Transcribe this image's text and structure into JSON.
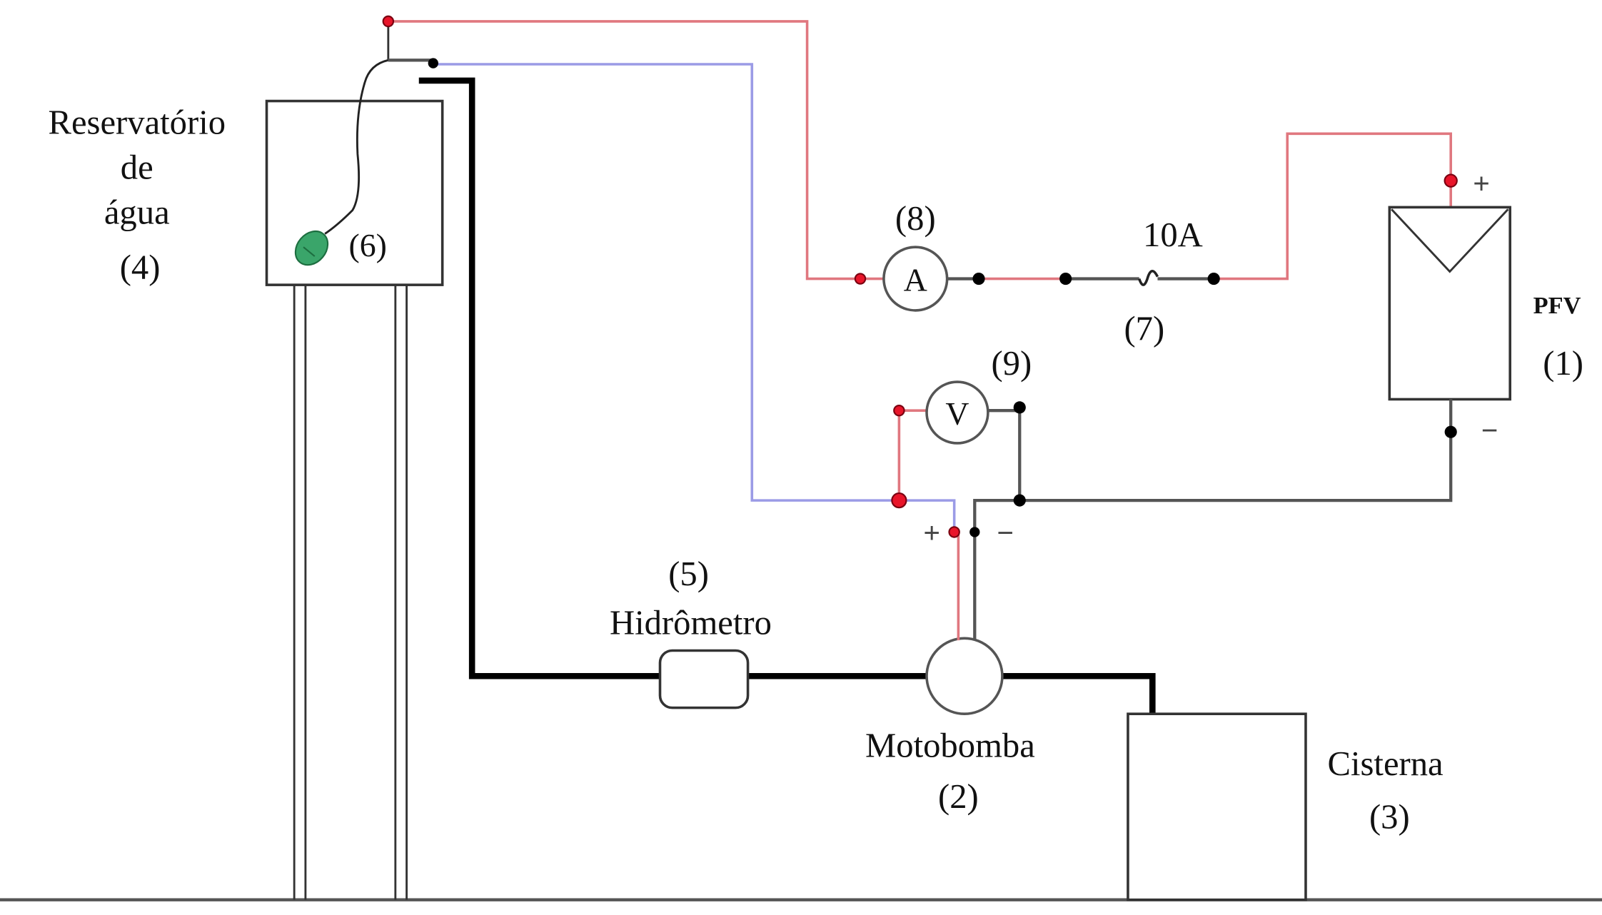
{
  "diagram": {
    "type": "photovoltaic water pumping system schematic",
    "components": {
      "pv_panel": {
        "label": "PFV",
        "number": "(1)",
        "plus": "+",
        "minus": "−"
      },
      "pump": {
        "label": "Motobomba",
        "number": "(2)",
        "plus": "+",
        "minus": "−"
      },
      "cistern": {
        "label": "Cisterna",
        "number": "(3)"
      },
      "reservoir": {
        "label_line1": "Reservatório",
        "label_line2": "de",
        "label_line3": "água",
        "number": "(4)"
      },
      "hydrometer": {
        "label": "Hidrômetro",
        "number": "(5)"
      },
      "float_switch": {
        "number": "(6)"
      },
      "fuse": {
        "rating": "10A",
        "number": "(7)"
      },
      "ammeter": {
        "symbol": "A",
        "number": "(8)"
      },
      "voltmeter": {
        "symbol": "V",
        "number": "(9)"
      }
    },
    "colors": {
      "positive_wire": "#e0777f",
      "switched_wire": "#9b9be6",
      "negative_wire": "#555555",
      "water_pipe": "#000000",
      "float_switch": "#3aa56a",
      "terminal_positive": "#e8152a",
      "terminal_negative": "#000000"
    }
  }
}
